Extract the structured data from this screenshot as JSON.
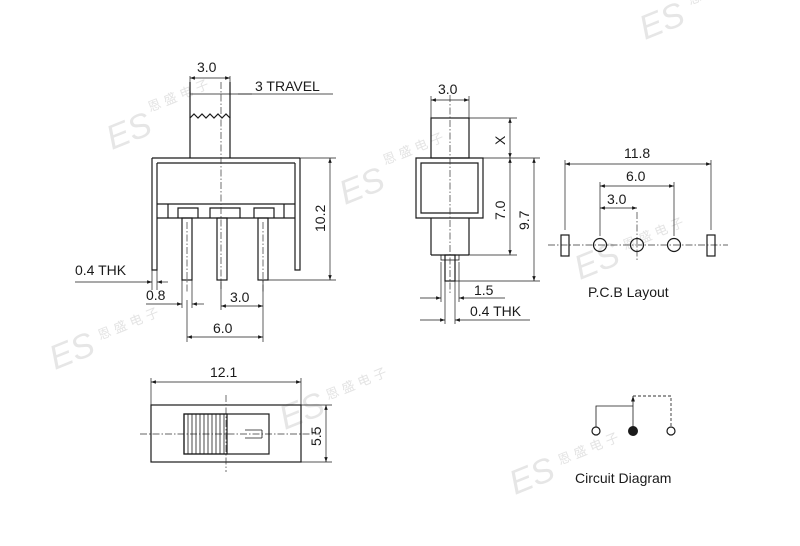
{
  "side_view": {
    "actuator_width": "3.0",
    "travel": "3 TRAVEL",
    "height": "10.2",
    "thk": "0.4 THK",
    "pin_width": "0.8",
    "pitch": "3.0",
    "span": "6.0"
  },
  "end_view": {
    "actuator_width": "3.0",
    "x": "X",
    "body_height": "7.0",
    "total_height": "9.7",
    "pin_width": "1.5",
    "thk": "0.4 THK"
  },
  "pcb_layout": {
    "width": "11.8",
    "span": "6.0",
    "pitch": "3.0",
    "label": "P.C.B Layout"
  },
  "top_view": {
    "length": "12.1",
    "width": "5.5"
  },
  "circuit": {
    "label": "Circuit Diagram"
  },
  "watermark": {
    "logo": "ES",
    "chars": "恩 盛 电 子"
  }
}
